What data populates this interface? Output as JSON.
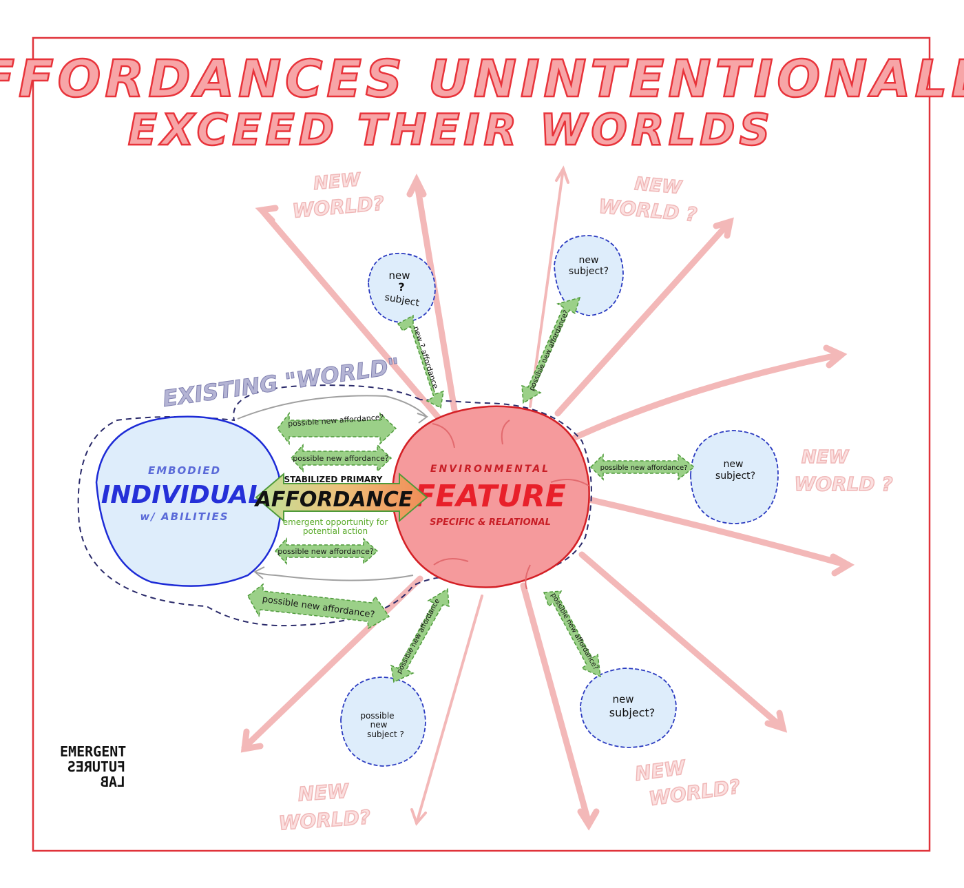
{
  "title": {
    "line1": "AFFORDANCES UNINTENTIONALLY",
    "line2": "EXCEED THEIR WORLDS"
  },
  "existing_world_label": "EXISTING \"WORLD\"",
  "individual": {
    "top": "EMBODIED",
    "main": "INDIVIDUAL",
    "bottom": "w/ ABILITIES"
  },
  "feature": {
    "top": "ENVIRONMENTAL",
    "main": "FEATURE",
    "bottom": "SPECIFIC & RELATIONAL"
  },
  "primary_affordance": {
    "top": "STABILIZED PRIMARY",
    "main": "AFFORDANCE",
    "sub1": "emergent opportunity for",
    "sub2": "potential action"
  },
  "inner_affordances": [
    "possible new affordance?",
    "possible new affordance?",
    "possible new affordance?",
    "possible new affordance?"
  ],
  "subjects": [
    {
      "line1": "new",
      "line2": "?",
      "line3": "subject"
    },
    {
      "line1": "new",
      "line2": "subject?",
      "line3": ""
    },
    {
      "line1": "new",
      "line2": "subject?",
      "line3": ""
    },
    {
      "line1": "possible",
      "line2": "new",
      "line3": "subject ?"
    },
    {
      "line1": "new",
      "line2": "subject?",
      "line3": ""
    }
  ],
  "outer_affordances": [
    "new ? affordance",
    "possible new affordance?",
    "possible new affordance?",
    "possible new affordance",
    "possible new affordance?"
  ],
  "new_world_labels": [
    {
      "line1": "NEW",
      "line2": "WORLD?"
    },
    {
      "line1": "NEW",
      "line2": "WORLD ?"
    },
    {
      "line1": "NEW",
      "line2": "WORLD ?"
    },
    {
      "line1": "NEW",
      "line2": "WORLD?"
    },
    {
      "line1": "NEW",
      "line2": "WORLD?"
    }
  ],
  "logo": {
    "line1": "EMERGENT",
    "line2": "FUTURES",
    "line3": "LAB"
  },
  "colors": {
    "title": "#e8333a",
    "frame": "#e0333a",
    "individual_fill": "#deedfb",
    "individual_stroke": "#1d2bd6",
    "feature_fill": "#f59a9c",
    "feature_stroke": "#d42026",
    "arrow_green": "#9bd088",
    "arrow_green_stroke": "#4e9a3a",
    "ray": "#f3b8b8",
    "world_text": "#f0b7b7",
    "existing_world": "#9a9ac0",
    "dash": "#2a2a6a"
  }
}
